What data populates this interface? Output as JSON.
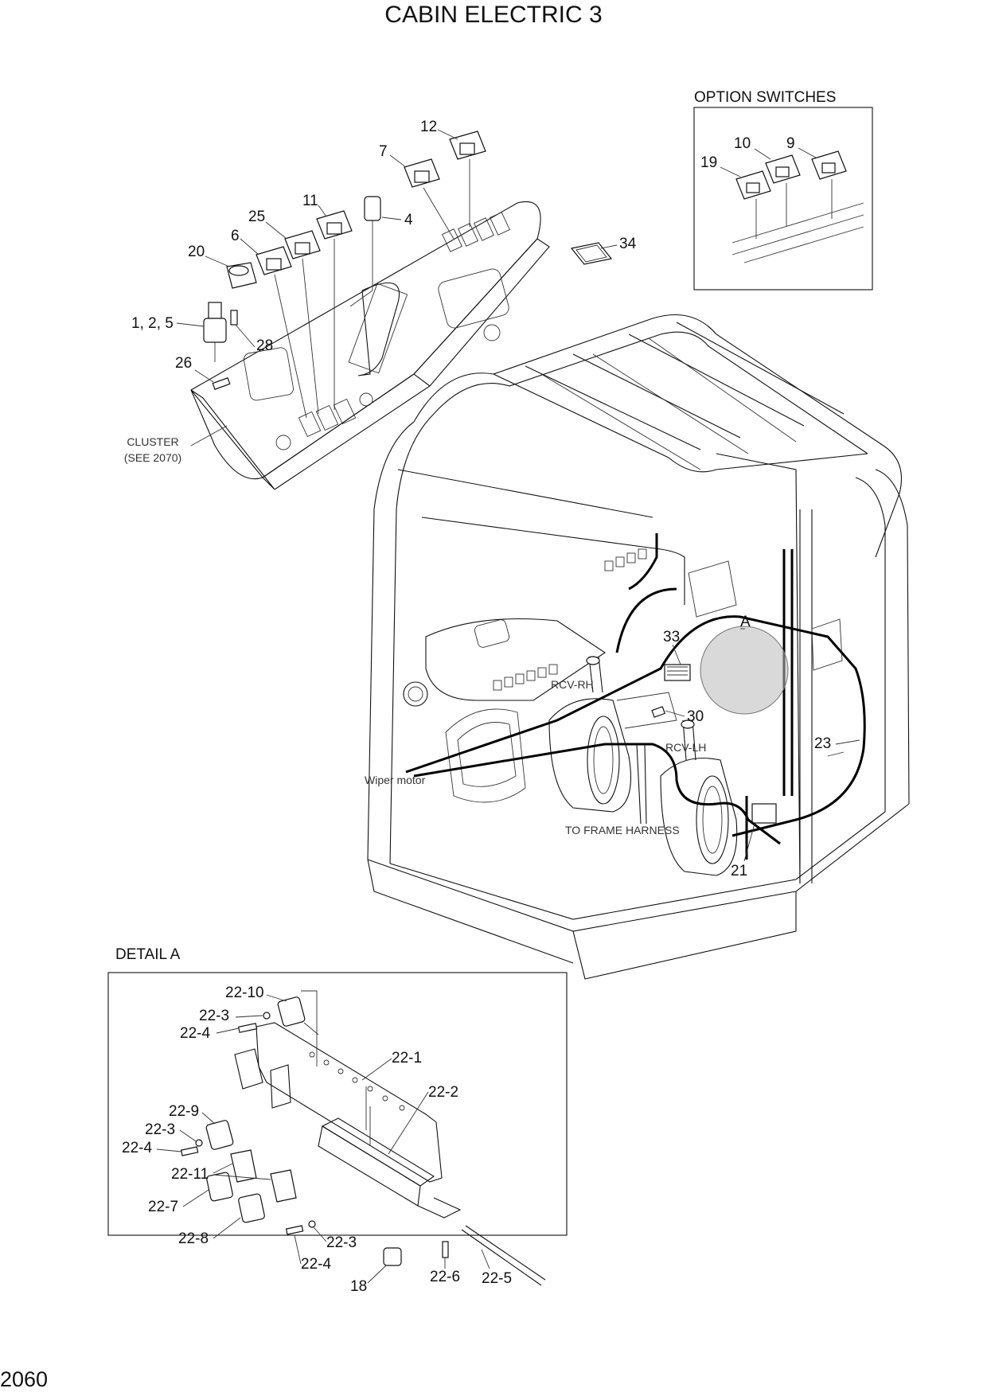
{
  "title": "CABIN ELECTRIC 3",
  "page_number": "2060",
  "panels": {
    "option_switches": "OPTION SWITCHES",
    "detail_a": "DETAIL A"
  },
  "notes": {
    "cluster_line1": "CLUSTER",
    "cluster_line2": "(SEE 2070)",
    "wiper_motor": "Wiper motor",
    "rcv_rh": "RCV-RH",
    "rcv_lh": "RCV-LH",
    "to_frame_harness": "TO FRAME HARNESS",
    "detail_marker": "A"
  },
  "part_labels": {
    "p12": "12",
    "p7": "7",
    "p11": "11",
    "p25": "25",
    "p4": "4",
    "p6": "6",
    "p20": "20",
    "p34": "34",
    "p125": "1, 2, 5",
    "p28": "28",
    "p26": "26",
    "p10": "10",
    "p9": "9",
    "p19": "19",
    "p33": "33",
    "p30": "30",
    "p23": "23",
    "p21": "21",
    "d22_10": "22-10",
    "d22_3a": "22-3",
    "d22_4a": "22-4",
    "d22_1": "22-1",
    "d22_2": "22-2",
    "d22_9": "22-9",
    "d22_3b": "22-3",
    "d22_4b": "22-4",
    "d22_11": "22-11",
    "d22_7": "22-7",
    "d22_8": "22-8",
    "d22_3c": "22-3",
    "d22_4c": "22-4",
    "d18": "18",
    "d22_6": "22-6",
    "d22_5": "22-5"
  }
}
